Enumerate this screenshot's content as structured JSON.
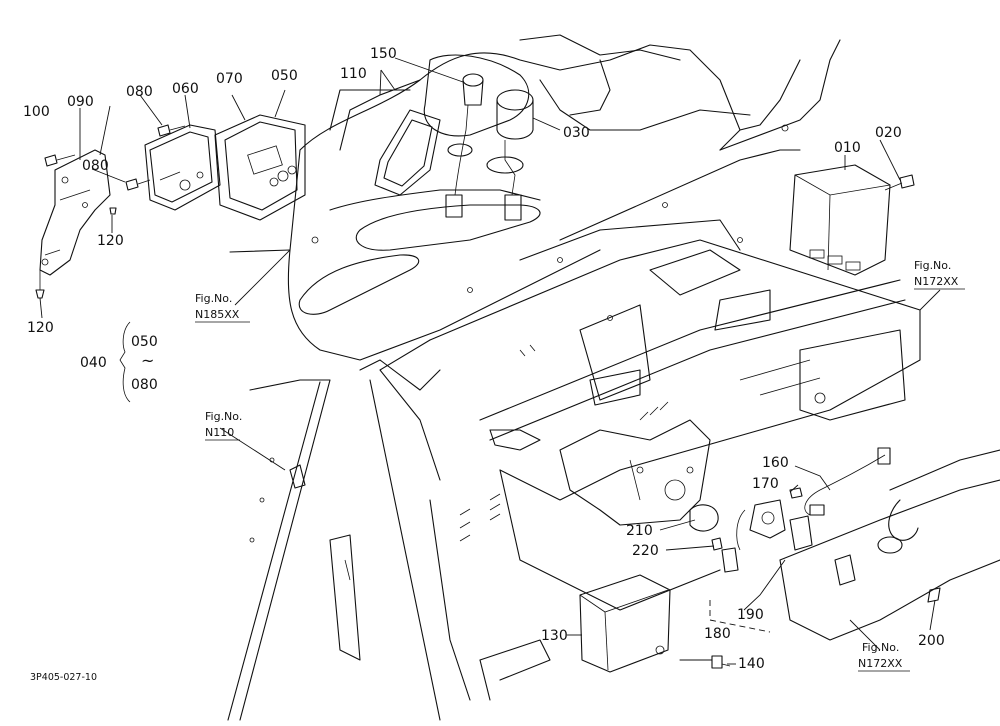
{
  "parts": {
    "p010": "010",
    "p020": "020",
    "p030": "030",
    "p040": "040",
    "p050": "050",
    "p060": "060",
    "p070": "070",
    "p080": "080",
    "p090": "090",
    "p100": "100",
    "p110": "110",
    "p120": "120",
    "p130": "130",
    "p140": "140",
    "p150": "150",
    "p160": "160",
    "p170": "170",
    "p180": "180",
    "p190": "190",
    "p200": "200",
    "p210": "210",
    "p220": "220"
  },
  "group040": {
    "from": "050",
    "tilde": "~",
    "to": "080"
  },
  "figure_refs": {
    "fig_label": "Fig.No.",
    "ref_n185xx": "N185XX",
    "ref_n110": "N110",
    "ref_n172xx": "N172XX"
  },
  "drawing_code": "3P405-027-10"
}
